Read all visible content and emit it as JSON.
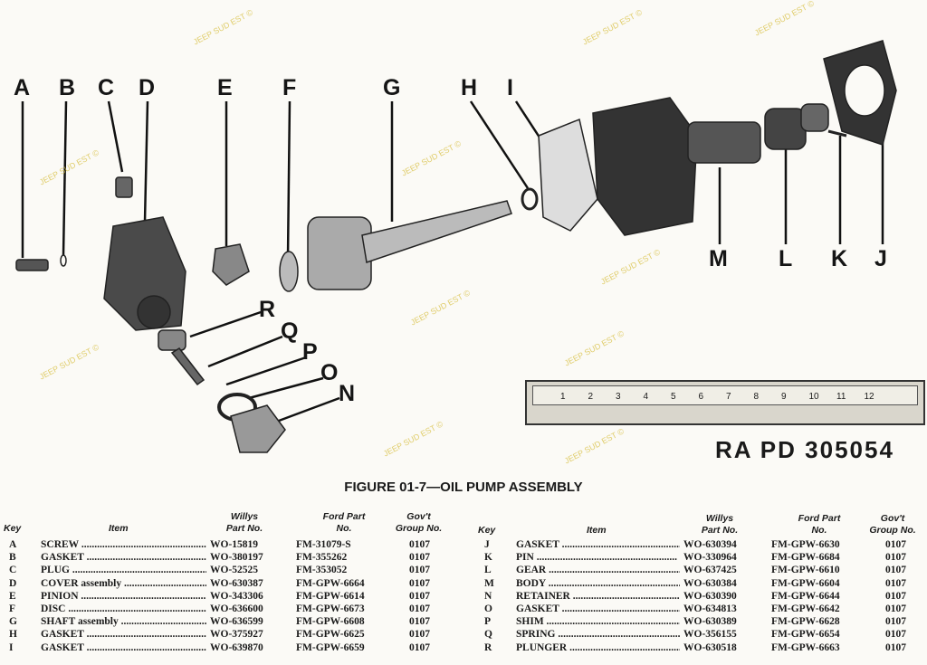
{
  "figure": {
    "caption": "FIGURE 01-7—OIL PUMP ASSEMBLY",
    "plate_id": "RA PD 305054",
    "callouts": [
      "A",
      "B",
      "C",
      "D",
      "E",
      "F",
      "G",
      "H",
      "I",
      "M",
      "L",
      "K",
      "J",
      "R",
      "Q",
      "P",
      "O",
      "N"
    ],
    "ruler_ticks": [
      "1",
      "2",
      "3",
      "4",
      "5",
      "6",
      "7",
      "8",
      "9",
      "10",
      "11",
      "12"
    ]
  },
  "watermark": "JEEP SUD EST ©",
  "table": {
    "headers": {
      "key": "Key",
      "item": "Item",
      "willys": "Willys Part No.",
      "ford": "Ford Part No.",
      "govt": "Gov't Group No."
    },
    "left": [
      [
        "A",
        "SCREW",
        "WO-15819",
        "FM-31079-S",
        "0107"
      ],
      [
        "B",
        "GASKET",
        "WO-380197",
        "FM-355262",
        "0107"
      ],
      [
        "C",
        "PLUG",
        "WO-52525",
        "FM-353052",
        "0107"
      ],
      [
        "D",
        "COVER assembly",
        "WO-630387",
        "FM-GPW-6664",
        "0107"
      ],
      [
        "E",
        "PINION",
        "WO-343306",
        "FM-GPW-6614",
        "0107"
      ],
      [
        "F",
        "DISC",
        "WO-636600",
        "FM-GPW-6673",
        "0107"
      ],
      [
        "G",
        "SHAFT assembly",
        "WO-636599",
        "FM-GPW-6608",
        "0107"
      ],
      [
        "H",
        "GASKET",
        "WO-375927",
        "FM-GPW-6625",
        "0107"
      ],
      [
        "I",
        "GASKET",
        "WO-639870",
        "FM-GPW-6659",
        "0107"
      ]
    ],
    "right": [
      [
        "J",
        "GASKET",
        "WO-630394",
        "FM-GPW-6630",
        "0107"
      ],
      [
        "K",
        "PIN",
        "WO-330964",
        "FM-GPW-6684",
        "0107"
      ],
      [
        "L",
        "GEAR",
        "WO-637425",
        "FM-GPW-6610",
        "0107"
      ],
      [
        "M",
        "BODY",
        "WO-630384",
        "FM-GPW-6604",
        "0107"
      ],
      [
        "N",
        "RETAINER",
        "WO-630390",
        "FM-GPW-6644",
        "0107"
      ],
      [
        "O",
        "GASKET",
        "WO-634813",
        "FM-GPW-6642",
        "0107"
      ],
      [
        "P",
        "SHIM",
        "WO-630389",
        "FM-GPW-6628",
        "0107"
      ],
      [
        "Q",
        "SPRING",
        "WO-356155",
        "FM-GPW-6654",
        "0107"
      ],
      [
        "R",
        "PLUNGER",
        "WO-630518",
        "FM-GPW-6663",
        "0107"
      ]
    ]
  }
}
